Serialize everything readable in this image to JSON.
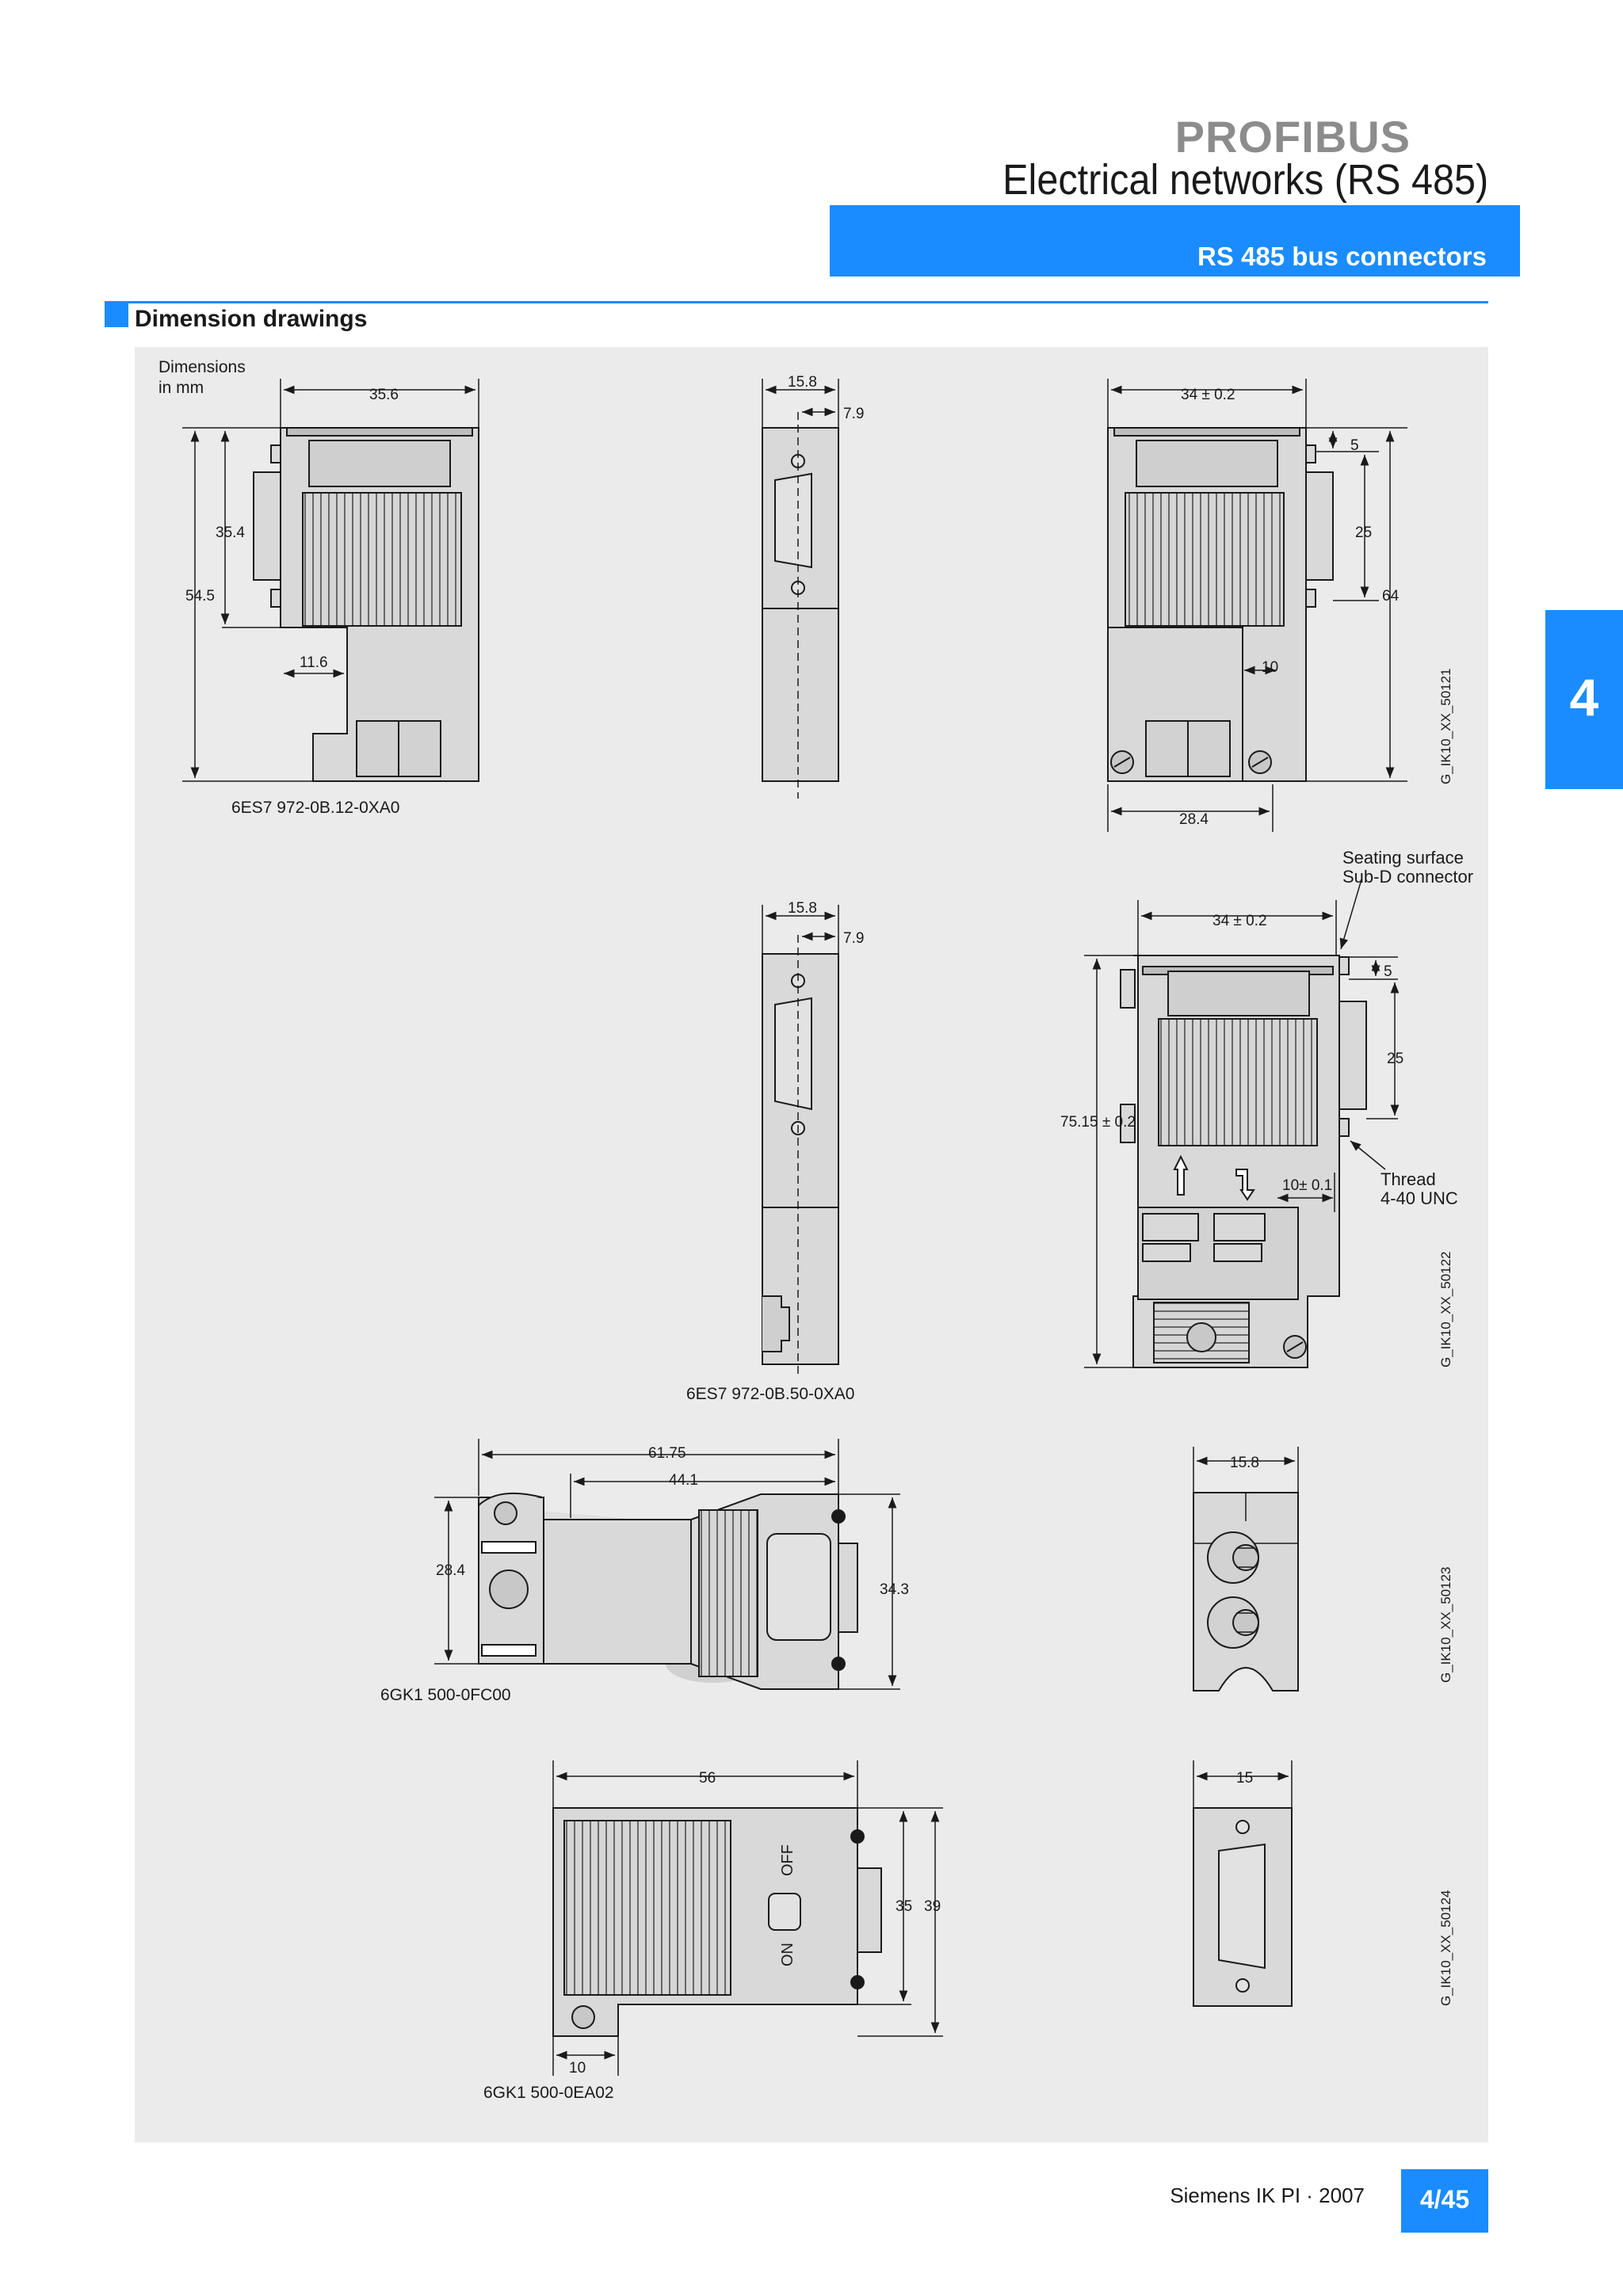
{
  "header": {
    "title": "PROFIBUS",
    "subtitle": "Electrical networks (RS 485)",
    "bar_label": "RS 485 bus connectors"
  },
  "section": {
    "title": "Dimension drawings"
  },
  "tab": {
    "label": "4"
  },
  "drawings": {
    "units_line1": "Dimensions",
    "units_line2": "in mm",
    "d1": {
      "w": "35.6",
      "h1": "35.4",
      "h2": "54.5",
      "foot": "11.6",
      "part": "6ES7 972-0B.12-0XA0"
    },
    "d2": {
      "w": "15.8",
      "half": "7.9"
    },
    "d3": {
      "w": "34 ± 0.2",
      "top": "5",
      "mid": "25",
      "total": "64",
      "foot": "10",
      "base": "28.4",
      "code": "G_IK10_XX_50121"
    },
    "d4": {
      "w": "15.8",
      "half": "7.9",
      "part": "6ES7 972-0B.50-0XA0"
    },
    "d5": {
      "note1_line1": "Seating surface",
      "note1_line2": "Sub-D connector",
      "w": "34 ± 0.2",
      "top": "5",
      "mid": "25",
      "total": "75.15 ± 0.2",
      "foot": "10± 0.1",
      "note2_line1": "Thread",
      "note2_line2": "4-40 UNC",
      "code": "G_IK10_XX_50122"
    },
    "d6": {
      "w1": "61.75",
      "w2": "44.1",
      "h1": "28.4",
      "h2": "34.3",
      "part": "6GK1 500-0FC00"
    },
    "d7": {
      "w": "15.8",
      "code": "G_IK10_XX_50123"
    },
    "d8": {
      "w": "56",
      "h1": "35",
      "h2": "39",
      "foot": "10",
      "off": "OFF",
      "on": "ON",
      "part": "6GK1 500-0EA02"
    },
    "d9": {
      "w": "15",
      "code": "G_IK10_XX_50124"
    }
  },
  "footer": {
    "publisher": "Siemens IK PI · 2007",
    "page": "4/45"
  },
  "colors": {
    "accent": "#1a8cff",
    "title_gray": "#8c8c8c",
    "drawing_bg": "#ebebeb",
    "part_fill": "#d9d9d9"
  }
}
